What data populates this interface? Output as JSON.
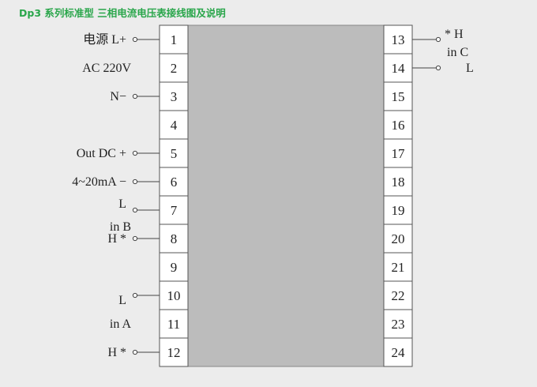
{
  "title": "Dp3 系列标准型 三相电流电压表接线图及说明",
  "colors": {
    "title": "#2aa64b",
    "module_body": "#bcbcbc",
    "terminal": "#ffffff",
    "line": "#444444"
  },
  "left_terminals": [
    "1",
    "2",
    "3",
    "4",
    "5",
    "6",
    "7",
    "8",
    "9",
    "10",
    "11",
    "12"
  ],
  "right_terminals": [
    "13",
    "14",
    "15",
    "16",
    "17",
    "18",
    "19",
    "20",
    "21",
    "22",
    "23",
    "24"
  ],
  "left_labels": [
    {
      "pin": 1,
      "text": "电源  L+",
      "lead": true
    },
    {
      "pin": 2,
      "text": "AC 220V",
      "lead": false
    },
    {
      "pin": 3,
      "text": "N−",
      "lead": true
    },
    {
      "pin": 5,
      "text": "Out DC +",
      "lead": true
    },
    {
      "pin": 6,
      "text": "4~20mA −",
      "lead": true
    },
    {
      "pin": 7,
      "text": "L",
      "lead": true
    },
    {
      "pin": 7.5,
      "text": "in B",
      "lead": false
    },
    {
      "pin": 8,
      "text": "H  *",
      "lead": true
    },
    {
      "pin": 10,
      "text": "L",
      "lead": true
    },
    {
      "pin": 11,
      "text": "in A",
      "lead": false
    },
    {
      "pin": 12,
      "text": "H  *",
      "lead": true
    }
  ],
  "right_labels": [
    {
      "pin": 13,
      "text": "*  H",
      "lead": true
    },
    {
      "pin": 13.5,
      "text": "in C",
      "lead": false
    },
    {
      "pin": 14,
      "text": "L",
      "lead": true
    }
  ]
}
